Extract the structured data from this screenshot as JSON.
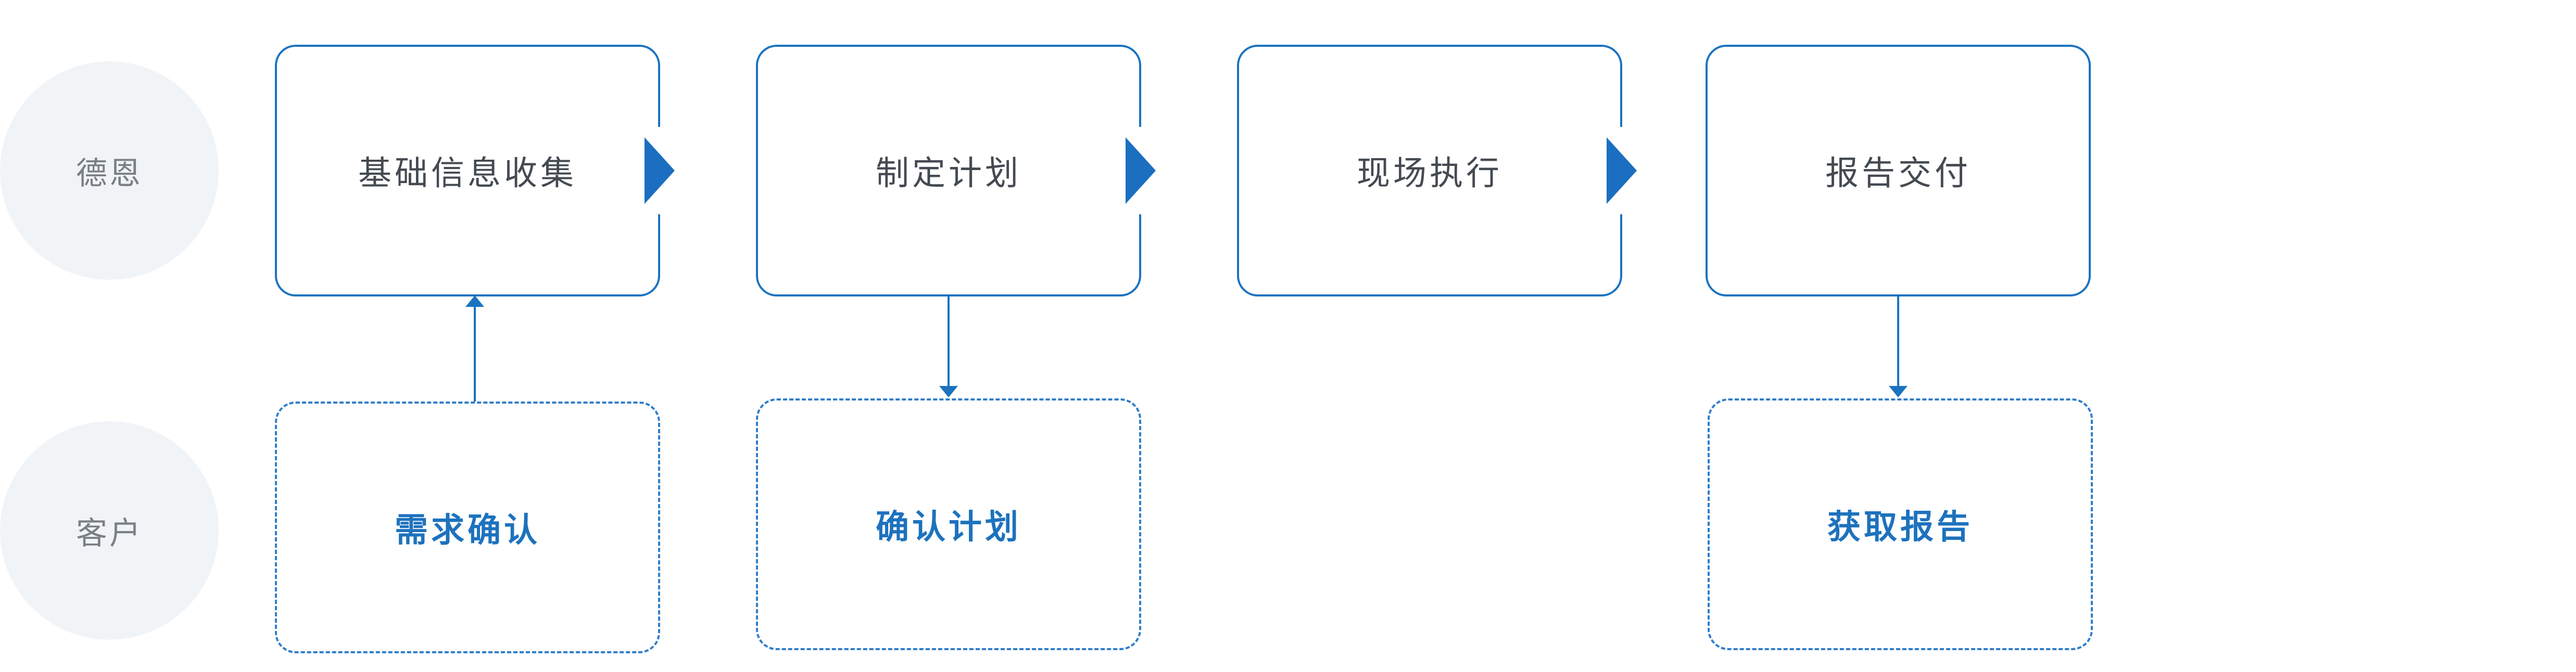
{
  "roles": {
    "provider": "德恩",
    "client": "客户"
  },
  "steps": [
    {
      "label": "基础信息收集"
    },
    {
      "label": "制定计划"
    },
    {
      "label": "现场执行"
    },
    {
      "label": "报告交付"
    }
  ],
  "client_actions": [
    {
      "label": "需求确认"
    },
    {
      "label": "确认计划"
    },
    {
      "label": "获取报告"
    }
  ],
  "colors": {
    "accent": "#1b73bf",
    "role_circle": "#f1f4f7",
    "step_text": "#444a52",
    "client_text": "#1d72bd"
  }
}
